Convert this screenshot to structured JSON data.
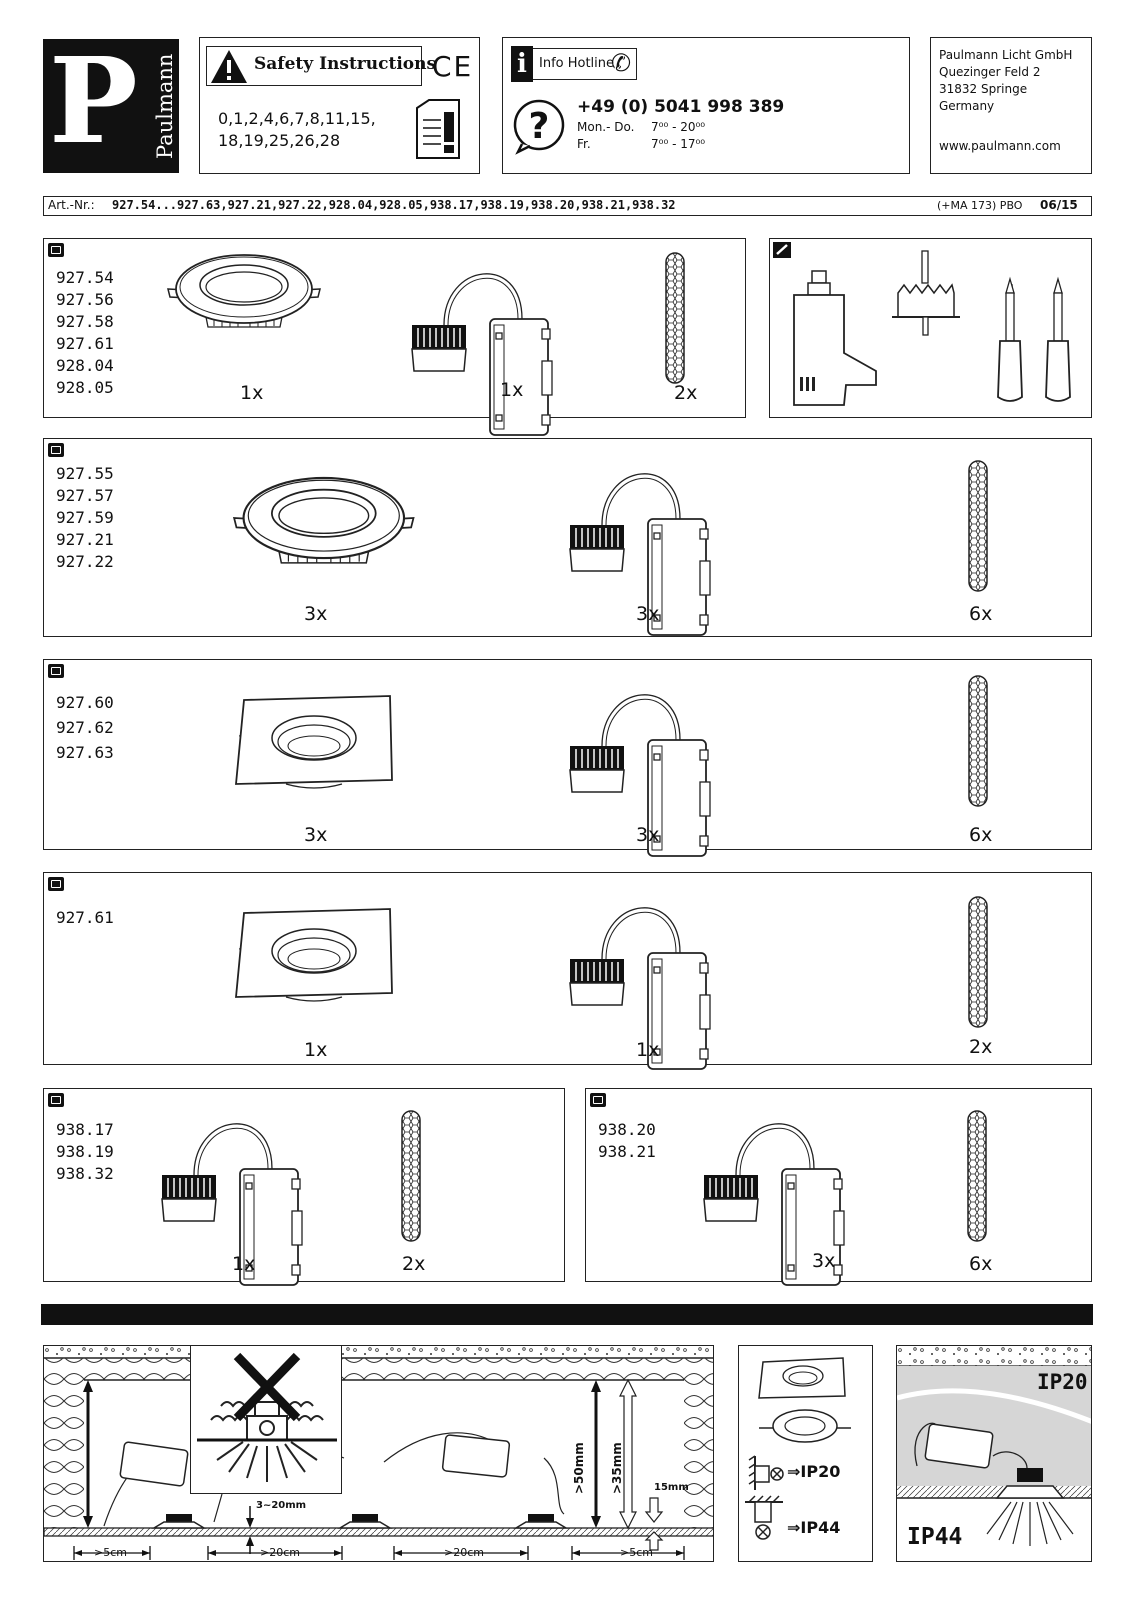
{
  "brand": {
    "letter": "P",
    "name": "Paulmann"
  },
  "safety": {
    "title": "Safety Instructions",
    "ce": "CE",
    "numbers_line1": "0,1,2,4,6,7,8,11,15,",
    "numbers_line2": "18,19,25,26,28"
  },
  "hotline": {
    "title": "Info Hotline",
    "phone": "+49 (0) 5041 998 389",
    "rows": [
      {
        "day": "Mon.- Do.",
        "hours": "7⁰⁰ - 20⁰⁰"
      },
      {
        "day": "Fr.",
        "hours": "7⁰⁰ - 17⁰⁰"
      }
    ]
  },
  "address": {
    "lines": [
      "Paulmann Licht GmbH",
      "Quezinger Feld 2",
      "31832 Springe",
      "Germany"
    ],
    "web": "www.paulmann.com"
  },
  "artbar": {
    "label": "Art.-Nr.:",
    "numbers": "927.54...927.63,927.21,927.22,928.04,928.05,938.17,938.19,938.20,938.21,938.32",
    "ref": "(+MA 173) PBO",
    "date": "06/15"
  },
  "kits": [
    {
      "codes": [
        "927.54",
        "927.56",
        "927.58",
        "927.61",
        "928.04",
        "928.05"
      ],
      "qty": [
        "1x",
        "1x",
        "2x"
      ]
    },
    {
      "codes": [
        "927.55",
        "927.57",
        "927.59",
        "927.21",
        "927.22"
      ],
      "qty": [
        "3x",
        "3x",
        "6x"
      ]
    },
    {
      "codes": [
        "927.60",
        "927.62",
        "927.63"
      ],
      "qty": [
        "3x",
        "3x",
        "6x"
      ]
    },
    {
      "codes": [
        "927.61"
      ],
      "qty": [
        "1x",
        "1x",
        "2x"
      ]
    },
    {
      "codes": [
        "938.17",
        "938.19",
        "938.32"
      ],
      "qty": [
        "1x",
        "2x"
      ]
    },
    {
      "codes": [
        "938.20",
        "938.21"
      ],
      "qty": [
        "3x",
        "6x"
      ]
    }
  ],
  "install": {
    "dims": {
      "edge_left": ">5cm",
      "spacing1": ">20cm",
      "spacing2": ">20cm",
      "edge_right": ">5cm",
      "depth50": ">50mm",
      "depth35": ">35mm",
      "depth15": "15mm",
      "thickness": "3~20mm"
    },
    "ip20": "⇒IP20",
    "ip44": "⇒IP44",
    "ip_panel_top": "IP20",
    "ip_panel_bottom": "IP44"
  }
}
